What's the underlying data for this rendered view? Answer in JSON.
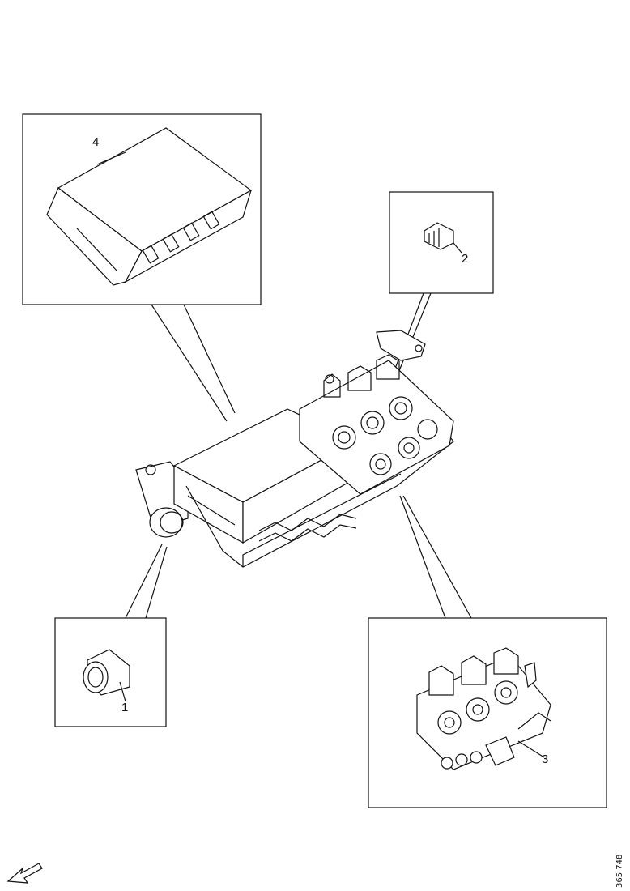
{
  "callouts": {
    "part1": "1",
    "part2": "2",
    "part3": "3",
    "part4": "4"
  },
  "reference_code": "365 748",
  "icons": {
    "orientation_arrow": "arrow-down-left-icon"
  },
  "colors": {
    "line": "#111111",
    "background": "#ffffff"
  }
}
